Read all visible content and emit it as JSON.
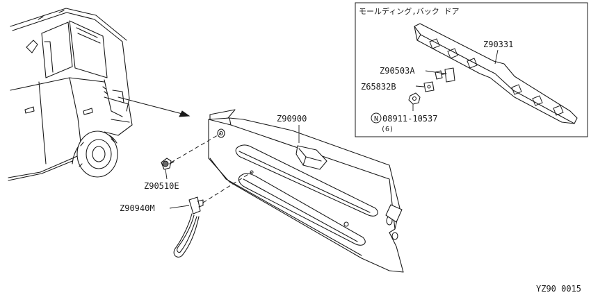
{
  "inset": {
    "title": "モールディング,バック ドア"
  },
  "parts": {
    "back_door_trim": "Z90900",
    "clip": "Z90510E",
    "pull_strap": "Z90940M",
    "molding": "Z90331",
    "bracket": "Z90503A",
    "washer": "Z65832B",
    "nut_symbol": "N",
    "nut": "08911-10537",
    "nut_qty": "(6)"
  },
  "figure_code": "YZ90 0015"
}
